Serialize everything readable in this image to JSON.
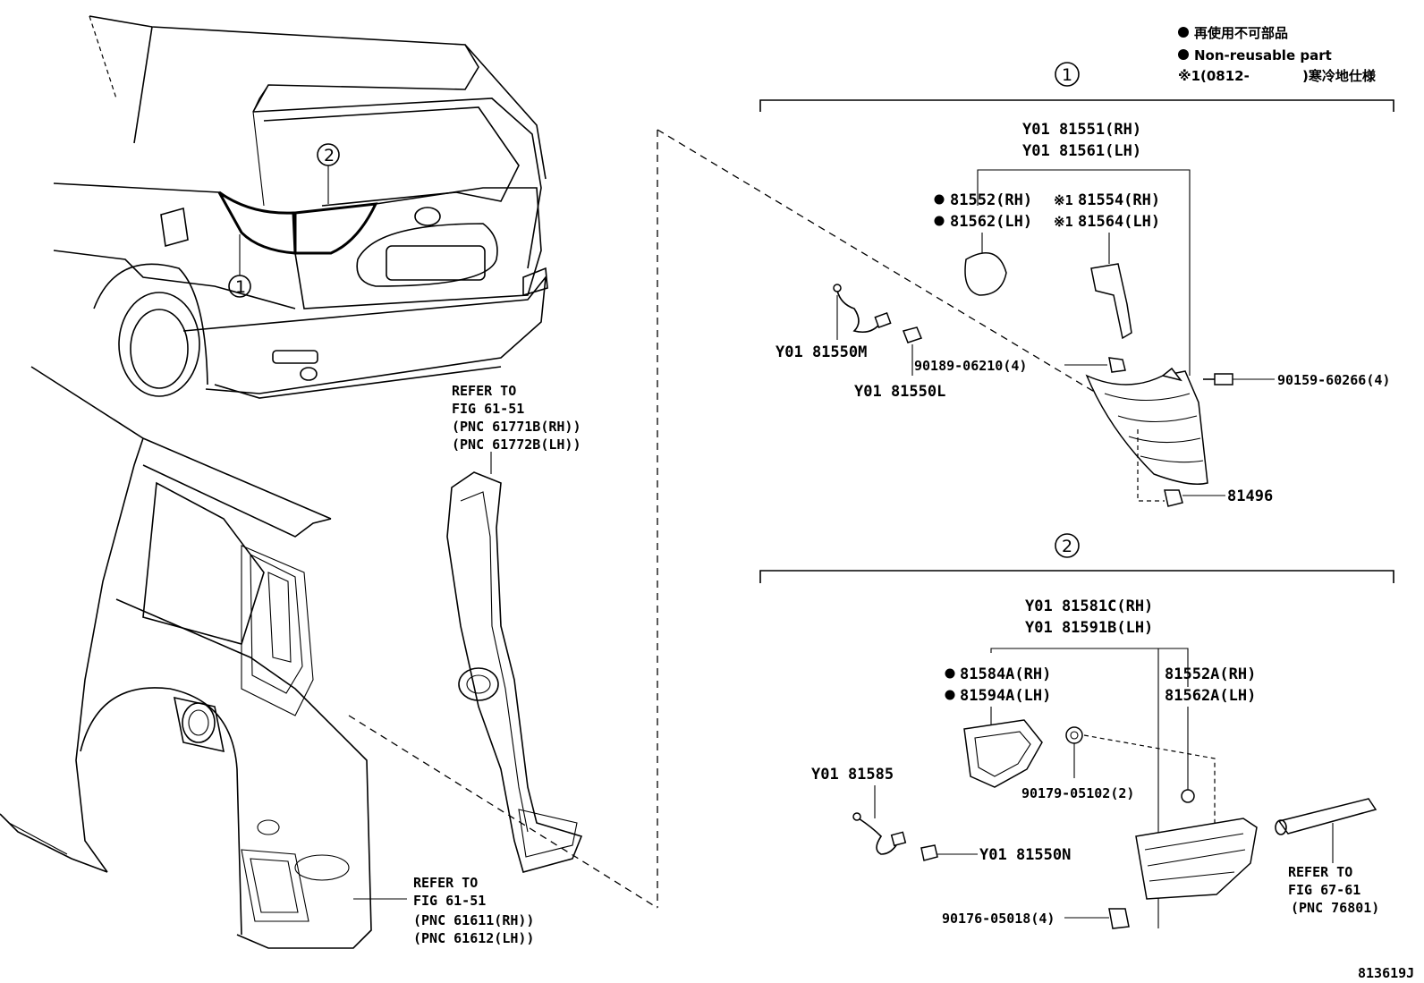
{
  "legend": {
    "line1": "再使用不可部品",
    "line2": "Non-reusable part",
    "line3_prefix": "※1(0812-",
    "line3_suffix": ")寒冷地仕様"
  },
  "callouts": {
    "one": "1",
    "two": "2"
  },
  "section1": {
    "assy_rh": "Y01 81551(RH)",
    "assy_lh": "Y01 81561(LH)",
    "lens_rh": "81552(RH)",
    "lens_lh": "81562(LH)",
    "cover_rh": "81554(RH)",
    "cover_lh": "81564(LH)",
    "cover_mark": "※1",
    "socket": "Y01 81550M",
    "bulb": "Y01 81550L",
    "nut": "90189-06210(4)",
    "screw": "90159-60266(4)",
    "clip": "81496"
  },
  "section2": {
    "assy_rh": "Y01 81581C(RH)",
    "assy_lh": "Y01 81591B(LH)",
    "gasket_rh": "81584A(RH)",
    "gasket_lh": "81594A(LH)",
    "lens_rh": "81552A(RH)",
    "lens_lh": "81562A(LH)",
    "grommet": "90179-05102(2)",
    "socket": "Y01 81585",
    "bulb": "Y01 81550N",
    "nut": "90176-05018(4)",
    "refer_title": "REFER TO",
    "refer_fig": "FIG 67-61",
    "refer_pnc": "(PNC 76801)"
  },
  "refer_upper": {
    "title": "REFER TO",
    "fig": "FIG 61-51",
    "pnc_rh": "(PNC 61771B(RH))",
    "pnc_lh": "(PNC 61772B(LH))"
  },
  "refer_lower": {
    "title": "REFER TO",
    "fig": "FIG 61-51",
    "pnc_rh": "(PNC 61611(RH))",
    "pnc_lh": "(PNC 61612(LH))"
  },
  "diagram_id": "813619J"
}
